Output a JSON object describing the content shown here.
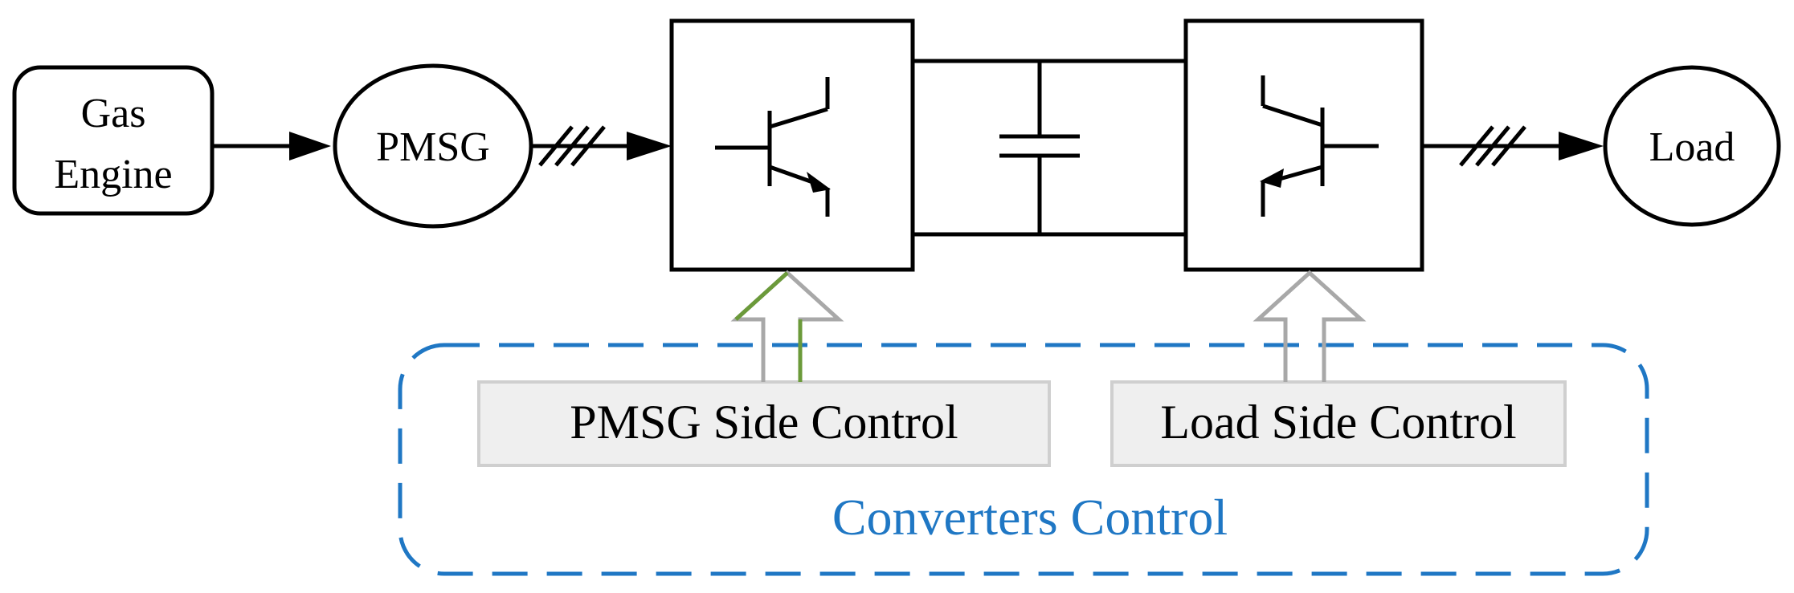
{
  "diagram": {
    "nodes": {
      "gas_engine": {
        "line1": "Gas",
        "line2": "Engine"
      },
      "pmsg": {
        "label": "PMSG"
      },
      "load": {
        "label": "Load"
      }
    },
    "controls": {
      "pmsg_side": {
        "label": "PMSG Side Control"
      },
      "load_side": {
        "label": "Load Side Control"
      }
    },
    "group": {
      "label": "Converters Control"
    },
    "colors": {
      "line": "#000000",
      "group_border": "#1f77c4",
      "group_text": "#1f77c4",
      "control_fill": "#efefef",
      "control_border": "#cfcfcf",
      "arrow_gray": "#a8a8a8",
      "arrow_green": "#6b9a3a"
    }
  }
}
